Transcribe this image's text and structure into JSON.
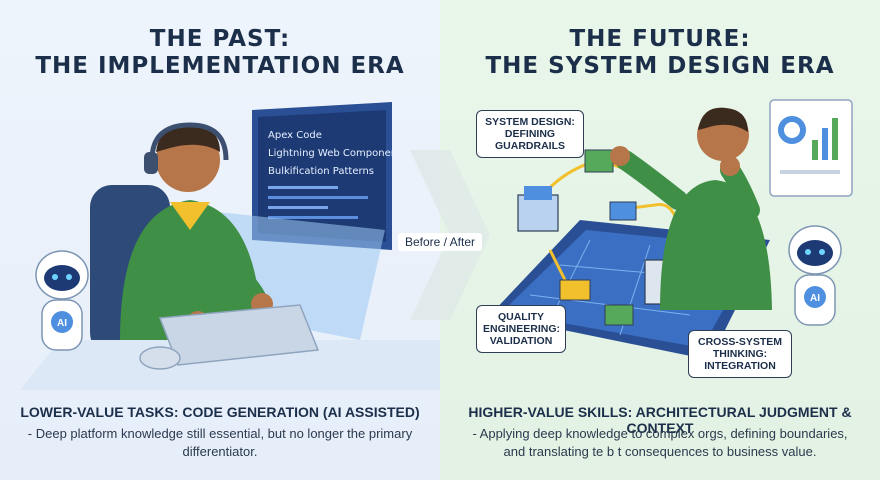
{
  "left": {
    "title_line1": "THE PAST:",
    "title_line2": "THE IMPLEMENTATION ERA",
    "monitor_lines": [
      "Apex Code",
      "Lightning Web Components",
      "Bulkification Patterns"
    ],
    "robot_label": "AI",
    "caption_head": "LOWER-VALUE TASKS: CODE GENERATION (AI ASSISTED)",
    "caption_body": "- Deep platform knowledge still essential, but no longer the primary differentiator."
  },
  "divider": {
    "label": "Before / After"
  },
  "right": {
    "title_line1": "THE FUTURE:",
    "title_line2": "THE SYSTEM DESIGN ERA",
    "callout_system_design": "SYSTEM DESIGN: DEFINING GUARDRAILS",
    "callout_quality": "QUALITY ENGINEERING: VALIDATION",
    "callout_cross": "CROSS-SYSTEM THINKING: INTEGRATION",
    "robot_label": "AI",
    "caption_head": "HIGHER-VALUE SKILLS: ARCHITECTURAL JUDGMENT & CONTEXT",
    "caption_body": "- Applying deep knowledge to complex orgs, defining boundaries, and translating te b t consequences to business value."
  },
  "colors": {
    "navy": "#1c2f4a",
    "shirt_green": "#3f8f46",
    "screen_blue": "#2f5da8",
    "box_green": "#56a95b",
    "box_yellow": "#f2c02c",
    "left_bg": "#eef4fb",
    "right_bg": "#e9f6ea"
  }
}
